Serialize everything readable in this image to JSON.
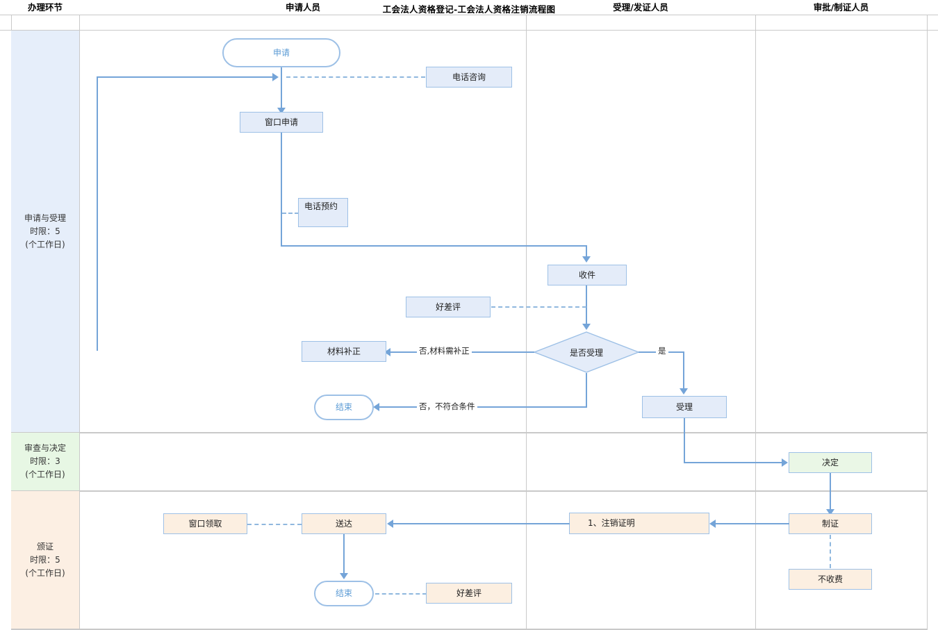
{
  "title": "工会法人资格登记-工会法人资格注销流程图",
  "columns": [
    {
      "id": "stage",
      "label": "办理环节"
    },
    {
      "id": "applicant",
      "label": "申请人员"
    },
    {
      "id": "acceptor",
      "label": "受理/发证人员"
    },
    {
      "id": "approver",
      "label": "审批/制证人员"
    }
  ],
  "stages": [
    {
      "id": "apply-accept",
      "name": "申请与受理",
      "limit": "时限：5",
      "unit": "(个工作日)",
      "color": "#e6eefa"
    },
    {
      "id": "review-decide",
      "name": "审查与决定",
      "limit": "时限：3",
      "unit": "(个工作日)",
      "color": "#e7f7e4"
    },
    {
      "id": "issue-cert",
      "name": "颁证",
      "limit": "时限：5",
      "unit": "(个工作日)",
      "color": "#fcefe3"
    }
  ],
  "nodes": {
    "start": "申请",
    "phone_consult": "电话咨询",
    "window_apply": "窗口申请",
    "phone_booking": "电话预约",
    "receive": "收件",
    "rating_top": "好差评",
    "material_fix": "材料补正",
    "decision": "是否受理",
    "end_top": "结束",
    "accept": "受理",
    "decide": "决定",
    "make_cert": "制证",
    "cancel_proof": "1、注销证明",
    "no_fee": "不收费",
    "deliver": "送达",
    "window_pickup": "窗口领取",
    "end_bottom": "结束",
    "rating_bottom": "好差评"
  },
  "edge_labels": {
    "no_need_fix": "否,材料需补正",
    "yes": "是",
    "no_not_qualified": "否，不符合条件"
  },
  "colors": {
    "blue_fill": "#e4ecf9",
    "green_fill": "#eaf7e6",
    "peach_fill": "#fcefe1",
    "node_border": "#9dc0e6",
    "connector": "#74a4d8",
    "terminator_text": "#5b9bd5",
    "grid": "#c9c9c9"
  }
}
